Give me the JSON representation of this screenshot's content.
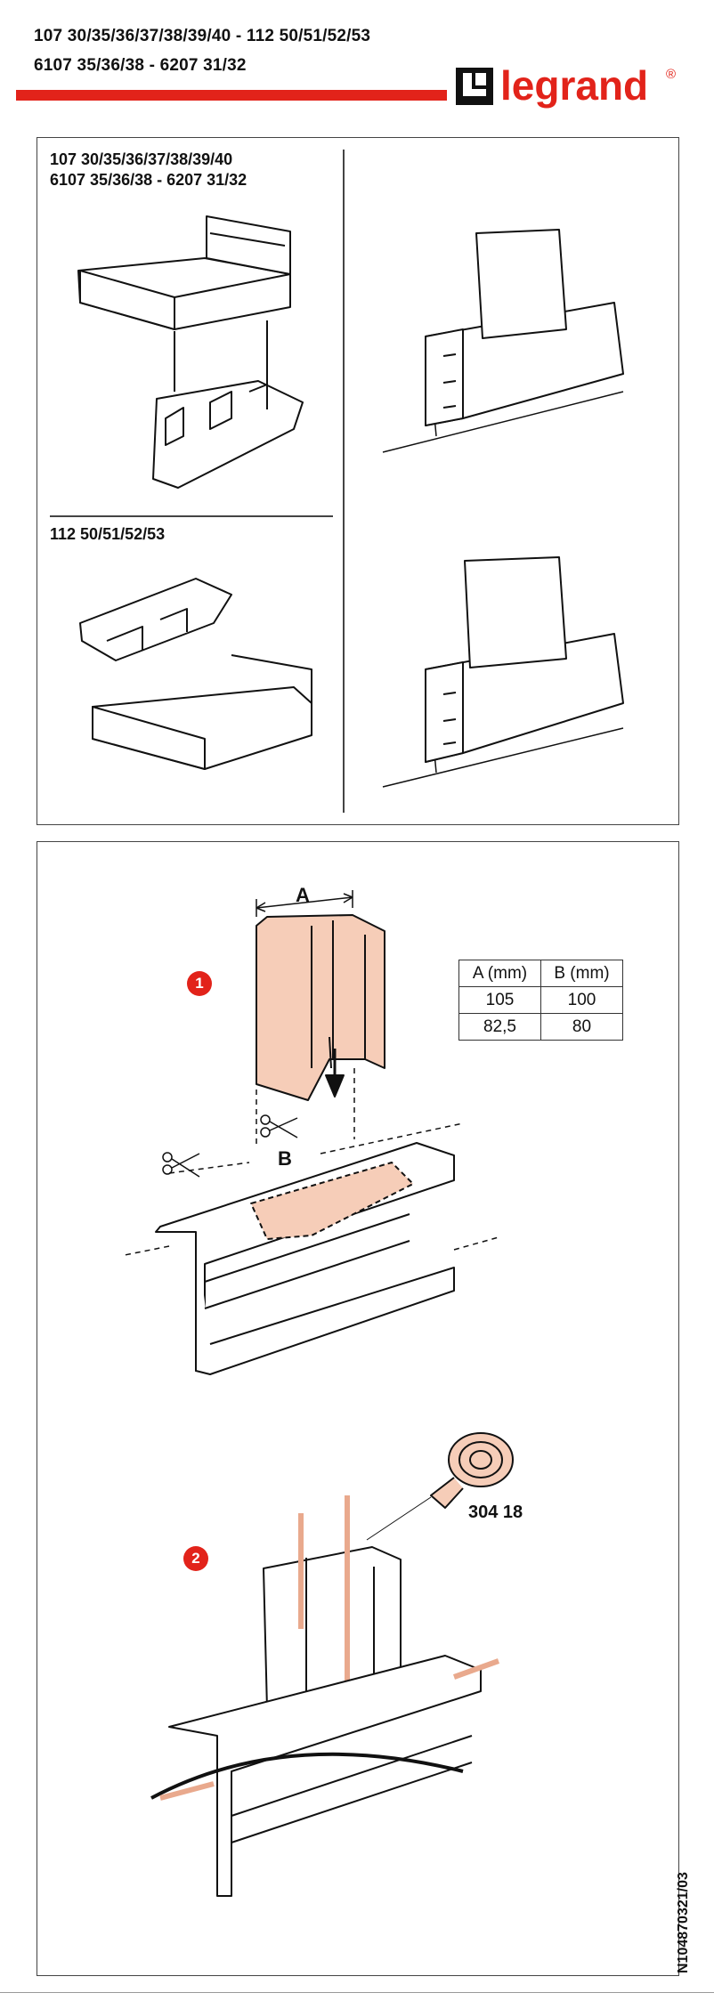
{
  "header": {
    "line1": "107 30/35/36/37/38/39/40 - 112 50/51/52/53",
    "line2": "6107 35/36/38 - 6207 31/32",
    "brand": "legrand",
    "registered": "®"
  },
  "panel_top": {
    "group1_line1": "107 30/35/36/37/38/39/40",
    "group1_line2": "6107 35/36/38 - 6207 31/32",
    "group2": "112 50/51/52/53"
  },
  "panel_bottom": {
    "dim_a": "A",
    "dim_b": "B",
    "step1": "1",
    "step2": "2",
    "table": {
      "headers": [
        "A (mm)",
        "B (mm)"
      ],
      "rows": [
        [
          "105",
          "100"
        ],
        [
          "82,5",
          "80"
        ]
      ]
    },
    "tape_ref": "304 18"
  },
  "doc_code": "N104870321/03",
  "colors": {
    "brand_red": "#e2231a",
    "highlight": "#f6cdb8"
  }
}
